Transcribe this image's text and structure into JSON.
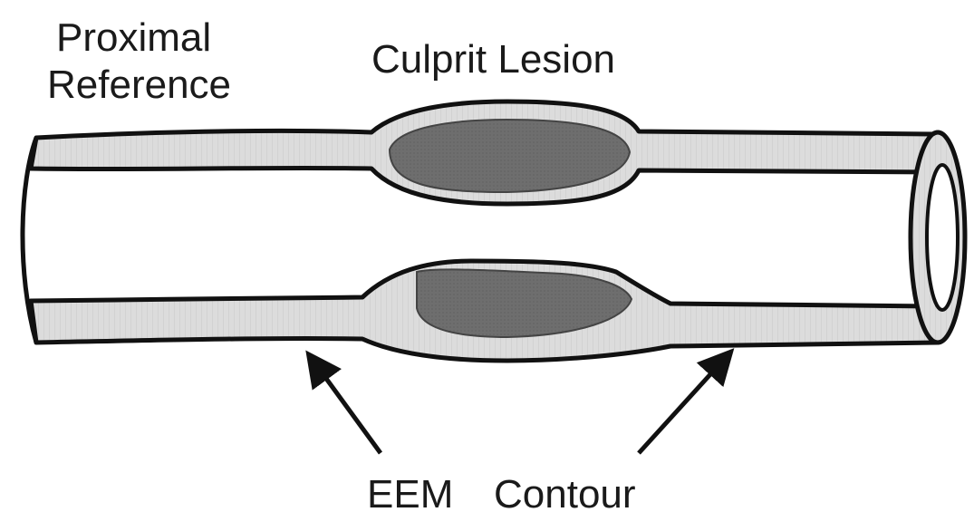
{
  "labels": {
    "proximal_line1": "Proximal",
    "proximal_line2": "Reference",
    "lesion": "Culprit Lesion",
    "eem_word": "EEM",
    "contour_word": "Contour"
  },
  "colors": {
    "outline": "#111111",
    "wall_fill": "#dcdcdc",
    "plaque_fill": "#6e6e6e",
    "lumen": "#ffffff"
  }
}
